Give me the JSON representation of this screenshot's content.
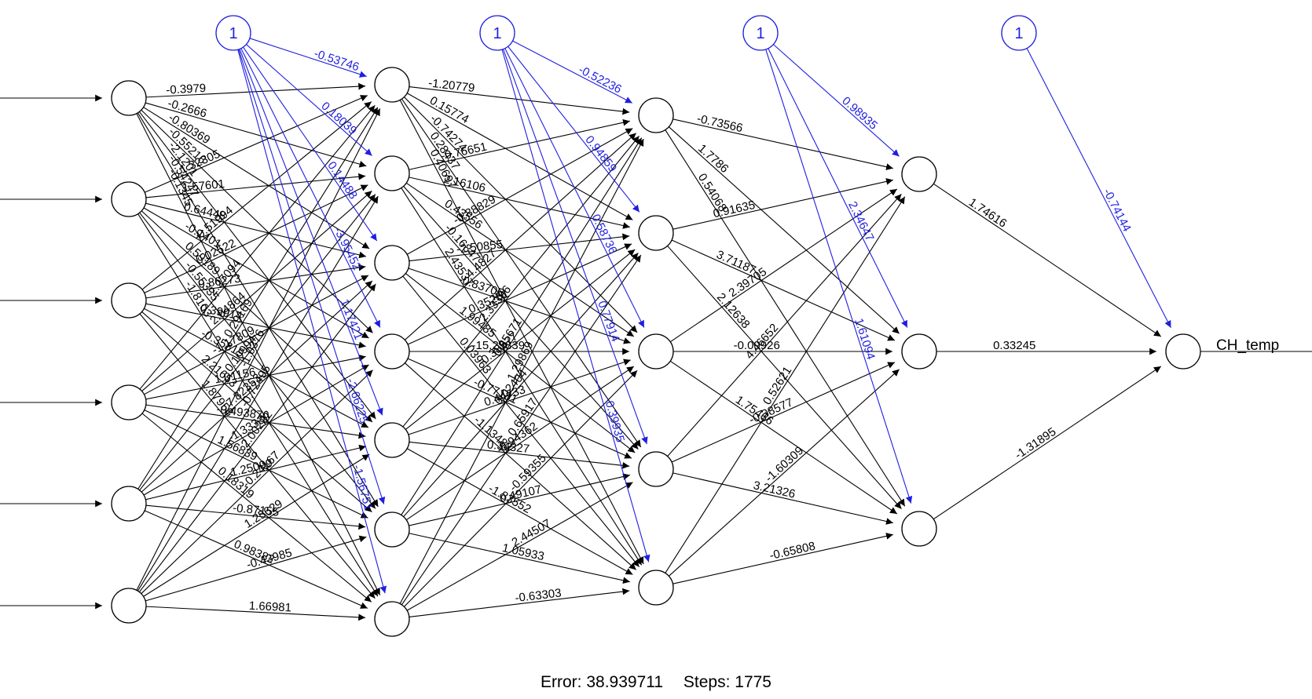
{
  "network": {
    "output_label": "CH_temp",
    "bias_label": "1",
    "layers": [
      {
        "nodes": 6,
        "bias_to_next": [
          "-0.53746",
          "0.18039",
          "0.14488",
          "-3.95452",
          "1.17421",
          "-2.66225",
          "-1.56751"
        ]
      },
      {
        "nodes": 7,
        "bias_to_next": [
          "-0.52236",
          "0.94859",
          "0.58736",
          "0.77914",
          "-0.39935"
        ]
      },
      {
        "nodes": 5,
        "bias_to_next": [
          "0.98935",
          "2.34647",
          "1.61094"
        ]
      },
      {
        "nodes": 3,
        "bias_to_next": [
          "-0.74144"
        ]
      },
      {
        "nodes": 1
      }
    ],
    "weights_in_h1": [
      [
        "-0.3979",
        "-0.2666",
        "-0.80369",
        "-0.55216",
        "-2.1201",
        "-0.54247",
        "-0.1345"
      ],
      [
        "1.32305",
        "1.57601",
        "0.64448",
        "-0.1401",
        "0.59189",
        "-0.55335",
        "-1.8103"
      ],
      [
        "-0.51994",
        "0.02522",
        "0.86273",
        "0.39914",
        "-0.35819",
        "2.21653",
        "1.87958"
      ],
      [
        "2.27094",
        "2.04864",
        "-1.17809",
        "1.01156",
        "-0.49387",
        "1.56839",
        "0.18319"
      ],
      [
        "0.29169",
        "0.10994",
        "7.82353",
        "-1.33339",
        "1.25099",
        "-0.87155",
        "0.98382"
      ],
      [
        "-1.0376",
        "-0.72495",
        "2.00222",
        "-0.24167",
        "1.25629",
        "-0.43985",
        "1.66981"
      ]
    ],
    "weights_h1_h2": [
      [
        "-1.20779",
        "0.15774",
        "-0.74274",
        "0.28437",
        "0.40697"
      ],
      [
        "-0.76651",
        "2.16106",
        "0.43556",
        "-0.16847",
        "2.43537"
      ],
      [
        "-0.88829",
        "-2.50855",
        "-0.83705",
        "1.99485",
        "0.03963"
      ],
      [
        "4.4827",
        "0.35251",
        "-15.23839",
        "-0.77181",
        "-1.13483"
      ],
      [
        "2.33396",
        "0.38977",
        "0.44733",
        "0.34327",
        "-1.83552"
      ],
      [
        "0.35671",
        "0.02404",
        "-0.94362",
        "0.49107",
        "1.05933"
      ],
      [
        "1.29869",
        "0.65917",
        "-0.59355",
        "2.44507",
        "-0.63303"
      ]
    ],
    "weights_h2_h3": [
      [
        "-0.73566",
        "1.7786",
        "0.54068"
      ],
      [
        "0.91635",
        "3.71187",
        "2.12638"
      ],
      [
        "2.39705",
        "-0.09926",
        "1.75466"
      ],
      [
        "4.46652",
        "-0.38577",
        "3.21326"
      ],
      [
        "0.52621",
        "-1.60309",
        "-0.65808"
      ]
    ],
    "weights_h3_out": [
      [
        "1.74616"
      ],
      [
        "0.33245"
      ],
      [
        "-1.31895"
      ]
    ]
  },
  "footer": {
    "error_text": "Error: 38.939711",
    "steps_text": "Steps: 1775"
  }
}
